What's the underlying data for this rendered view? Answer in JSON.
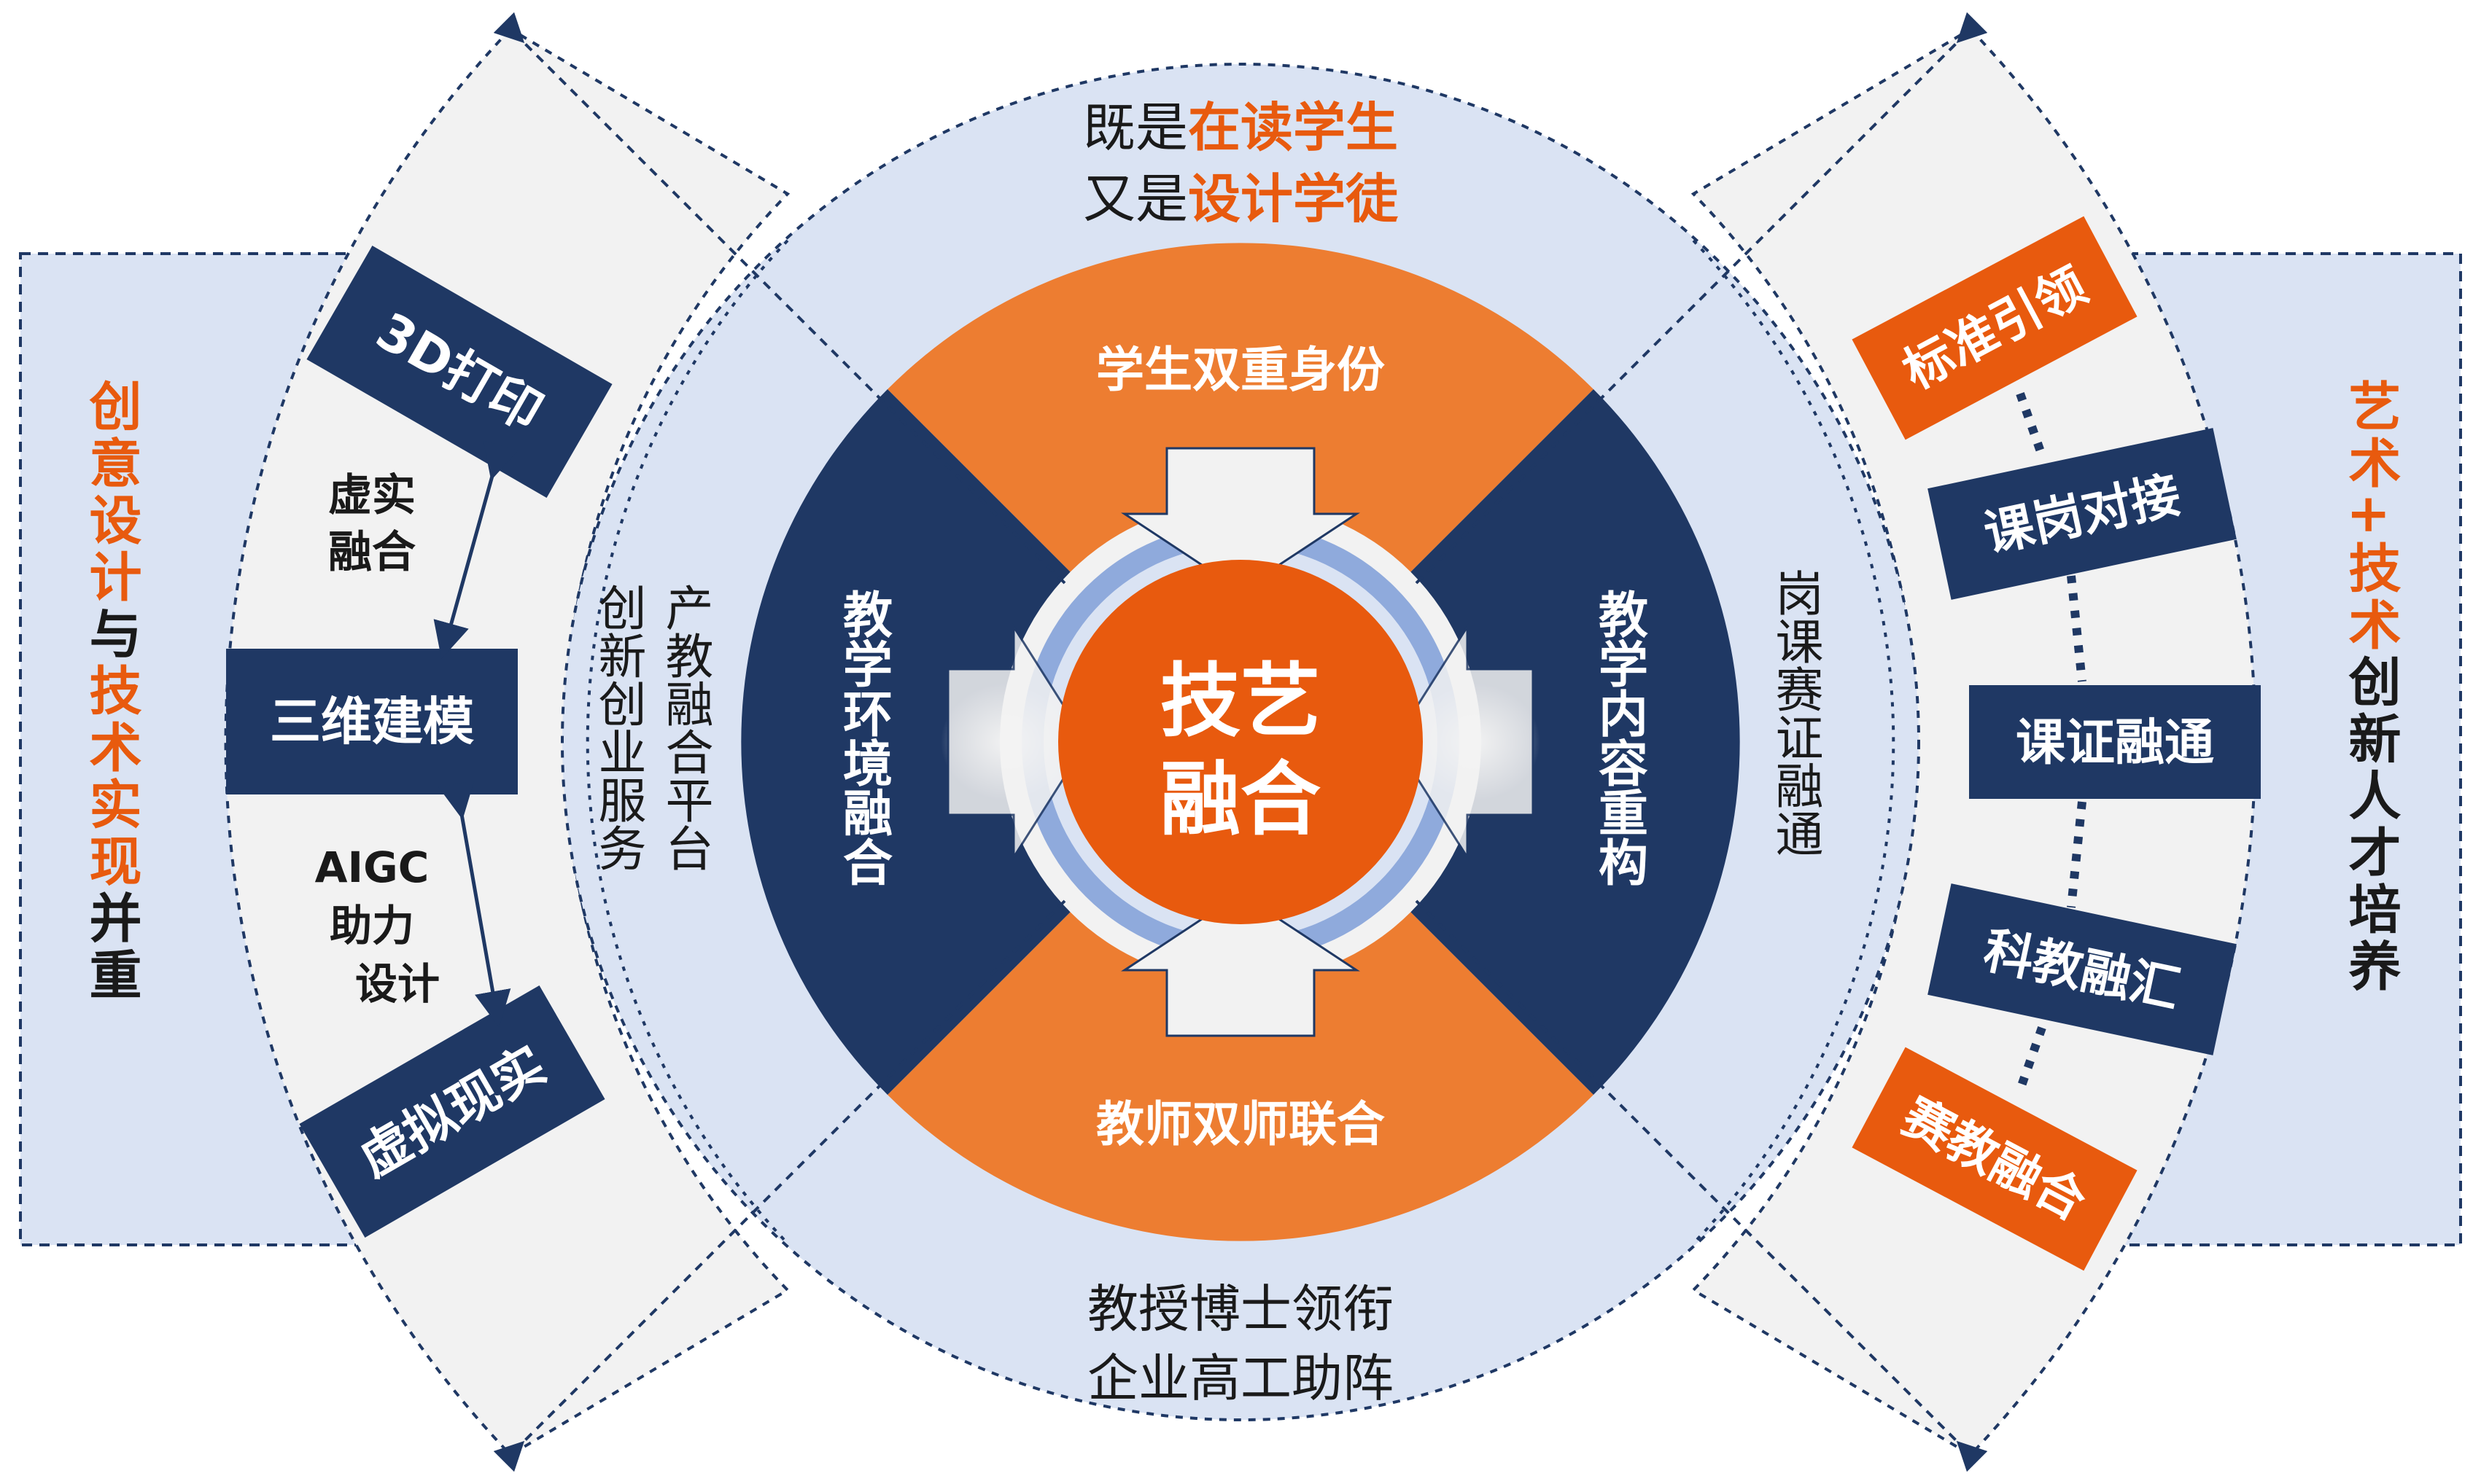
{
  "center": {
    "line1": "技艺",
    "line2": "融合"
  },
  "orange_top": "学生双重身份",
  "orange_bottom": "教师双师联合",
  "navy_left": "教学环境融合",
  "navy_right": "教学内容重构",
  "top_caption": {
    "line1_plain": "既是",
    "line1_hl": "在读学生",
    "line2_plain": "又是",
    "line2_hl": "设计学徒"
  },
  "bottom_caption": {
    "line1": "教授博士领衔",
    "line2": "企业高工助阵"
  },
  "left_vertical": {
    "col1": "产教融合平台",
    "col2": "创新创业服务"
  },
  "right_vertical": "岗课赛证融通",
  "left_outer": {
    "items": [
      {
        "label": "3D打印"
      },
      {
        "label": "三维建模"
      },
      {
        "label": "虚拟现实"
      }
    ],
    "link1": {
      "line1": "虚实",
      "line2": "融合"
    },
    "link2": {
      "line1": "AIGC",
      "line2": "助力",
      "line3": "设计"
    }
  },
  "right_outer": {
    "items": [
      {
        "label": "标准引领"
      },
      {
        "label": "课岗对接"
      },
      {
        "label": "课证融通"
      },
      {
        "label": "科教融汇"
      },
      {
        "label": "赛教融合"
      }
    ]
  },
  "left_panel_title": {
    "p1": "创意设计",
    "p2": "与",
    "p3": "技术实现",
    "p4": "并重"
  },
  "right_panel_title": {
    "p1": "艺术",
    "p2": "+",
    "p3": "技术",
    "p4": "创新人才培养"
  },
  "colors": {
    "navy": "#1f3864",
    "orange": "#ed7d31",
    "center_orange": "#e85a0e",
    "light_blue": "#dae3f3",
    "pale_gray": "#f2f2f2",
    "mid_blue": "#8faadc",
    "text_orange": "#e85a0e",
    "text_dark": "#1a1a1a"
  }
}
